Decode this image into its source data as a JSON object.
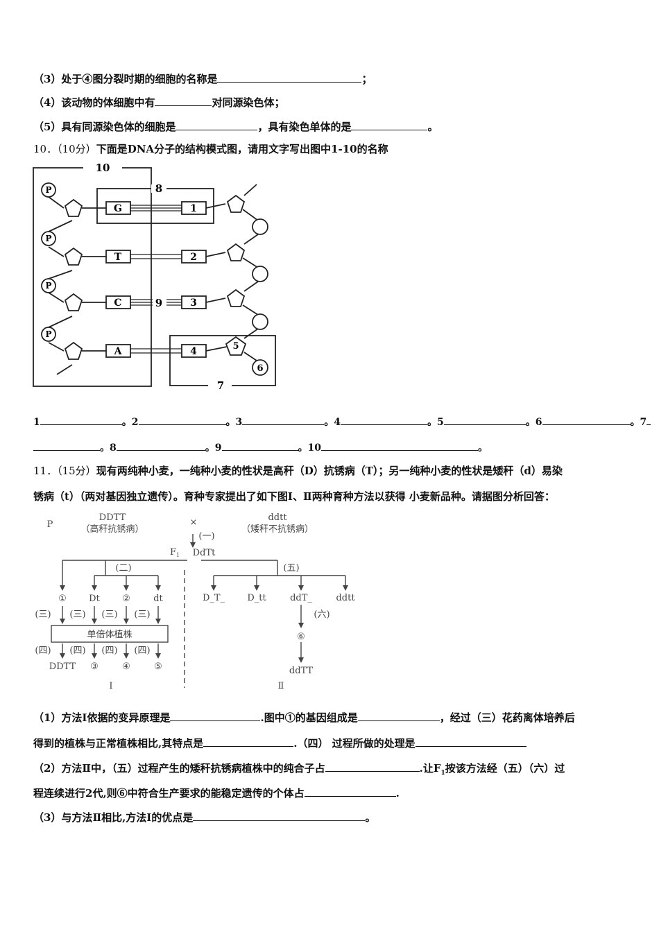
{
  "q9": {
    "p3_pre": "（3）处于④图分裂时期的细胞的名称是",
    "p3_post": "；",
    "p4_pre": "（4）该动物的体细胞中有",
    "p4_post": "对同源染色体；",
    "p5_pre": "（5）具有同源染色体的细胞是",
    "p5_mid": "，具有染色单体的是",
    "p5_post": "。"
  },
  "q10": {
    "num": "10．",
    "score": "（10分）",
    "text": "下面是DNA分子的结构模式图，请用文字写出图中1-10的名称",
    "diagram": {
      "phosphate": "P",
      "bases_left": [
        "G",
        "T",
        "C",
        "A"
      ],
      "bases_right": [
        "1",
        "2",
        "3",
        "4"
      ],
      "labels": {
        "l5": "5",
        "l6": "6",
        "l7": "7",
        "l8": "8",
        "l9": "9",
        "l10": "10"
      }
    },
    "answers": {
      "a1": "1",
      "a2": "。2",
      "a3": "。3",
      "a4": "。4",
      "a5": "。5",
      "a6": "。6",
      "a7": "。7",
      "a8": "。8",
      "a9": "。9",
      "a10": "。10",
      "end": "。"
    }
  },
  "q11": {
    "num": "11．",
    "score": "（15分）",
    "line1": "现有两纯种小麦，一纯种小麦的性状是高秆（D）抗锈病（T）；另一纯种小麦的性状是矮秆（d）易染",
    "line2": "锈病（t）（两对基因独立遗传）。育种专家提出了如下图Ⅰ、Ⅱ两种育种方法以获得 小麦新品种。请据图分析回答：",
    "diagram": {
      "p": "P",
      "parent1": "DDTT",
      "parent1_trait": "（高秆抗锈病）",
      "cross": "×",
      "parent2": "ddtt",
      "parent2_trait": "（矮秆不抗锈病）",
      "step1": "(一)",
      "f1_label": "F",
      "f1_sub": "1",
      "f1": "DdTt",
      "step2": "(二)",
      "step5": "(五)",
      "left_row1": [
        "①",
        "Dt",
        "②",
        "dt"
      ],
      "step3": "(三)",
      "haploid": "单倍体植株",
      "step4": "(四)",
      "left_row3": [
        "DDTT",
        "③",
        "④",
        "⑤"
      ],
      "right_row1": [
        "D_T_",
        "D_tt",
        "ddT_",
        "ddtt"
      ],
      "step6": "(六)",
      "six": "⑥",
      "ddTT": "ddTT",
      "roman1": "Ⅰ",
      "roman2": "Ⅱ"
    },
    "s1_a": "（1）方法Ⅰ依据的变异原理是",
    "s1_b": ".图中①的基因组成是",
    "s1_c": "，经过（三）花药离体培养后",
    "s1_d": "得到的植株与正常植株相比,其特点是",
    "s1_e": ".（四） 过程所做的处理是",
    "s2_a": "（2）方法Ⅱ中，（五）过程产生的矮秆抗锈病植株中的纯合子占",
    "s2_b": ".让F",
    "s2_sub": "1",
    "s2_c": "按该方法经（五）（六）过",
    "s2_d": "程连续进行2代,则⑥中符合生产要求的能稳定遗传的个体占",
    "s2_e": ".",
    "s3_a": "（3）与方法Ⅱ相比,方法Ⅰ的优点是",
    "s3_b": "。"
  }
}
